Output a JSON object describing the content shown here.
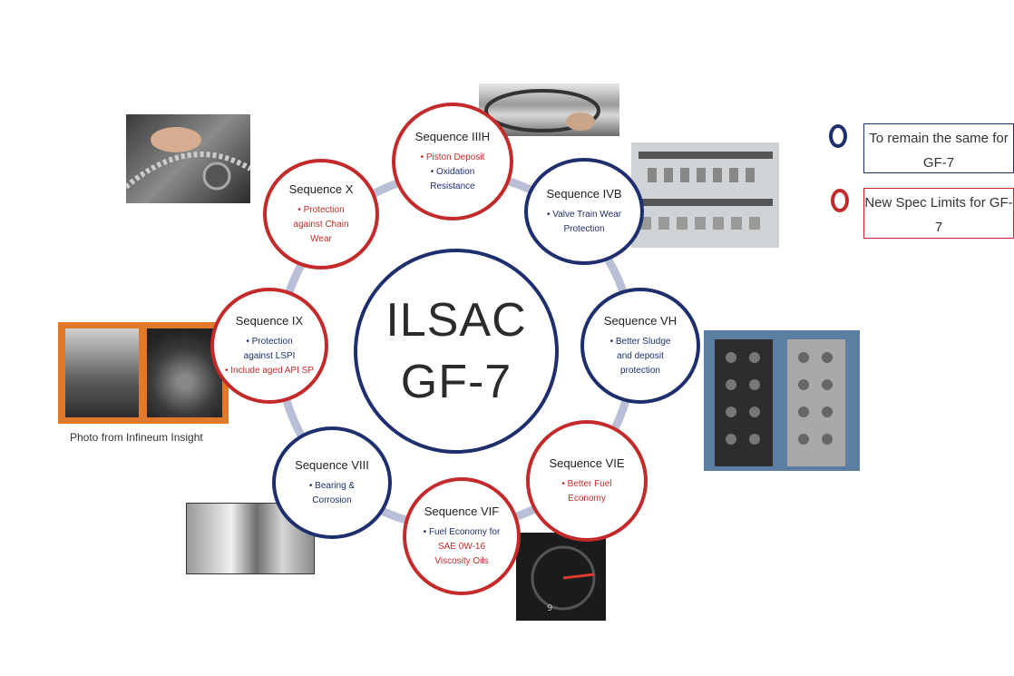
{
  "center": {
    "line1": "ILSAC",
    "line2": "GF-7"
  },
  "colors": {
    "blue": "#1f2f6e",
    "red": "#c42a2a",
    "ring": "#b9bfd6"
  },
  "sequences": [
    {
      "id": "iiih",
      "title": "Sequence IIIH",
      "items": [
        "• Piston Deposit",
        "• Oxidation Resistance"
      ],
      "item_colors": [
        "red",
        "blue"
      ],
      "border": "red"
    },
    {
      "id": "ivb",
      "title": "Sequence IVB",
      "items": [
        "• Valve Train Wear Protection"
      ],
      "item_colors": [
        "blue"
      ],
      "border": "blue"
    },
    {
      "id": "vh",
      "title": "Sequence VH",
      "items": [
        "• Better Sludge and deposit protection"
      ],
      "item_colors": [
        "blue"
      ],
      "border": "blue"
    },
    {
      "id": "vie",
      "title": "Sequence VIE",
      "items": [
        "• Better Fuel Economy"
      ],
      "item_colors": [
        "red"
      ],
      "border": "red"
    },
    {
      "id": "vif",
      "title": "Sequence VIF",
      "items": [
        "• Fuel Economy for",
        "SAE 0W-16 Viscosity Oils"
      ],
      "item_colors": [
        "blue",
        "red"
      ],
      "border": "red"
    },
    {
      "id": "viii",
      "title": "Sequence VIII",
      "items": [
        "• Bearing & Corrosion"
      ],
      "item_colors": [
        "blue"
      ],
      "border": "blue"
    },
    {
      "id": "ix",
      "title": "Sequence IX",
      "items": [
        "• Protection against LSPI",
        "• Include aged API SP"
      ],
      "item_colors": [
        "blue",
        "red"
      ],
      "border": "red"
    },
    {
      "id": "x",
      "title": "Sequence X",
      "items": [
        "• Protection against Chain Wear"
      ],
      "item_colors": [
        "red"
      ],
      "border": "red"
    }
  ],
  "legend": {
    "same": "To remain the same for GF-7",
    "new": "New Spec Limits for GF-7"
  },
  "photo_caption": "Photo from Infineum Insight"
}
